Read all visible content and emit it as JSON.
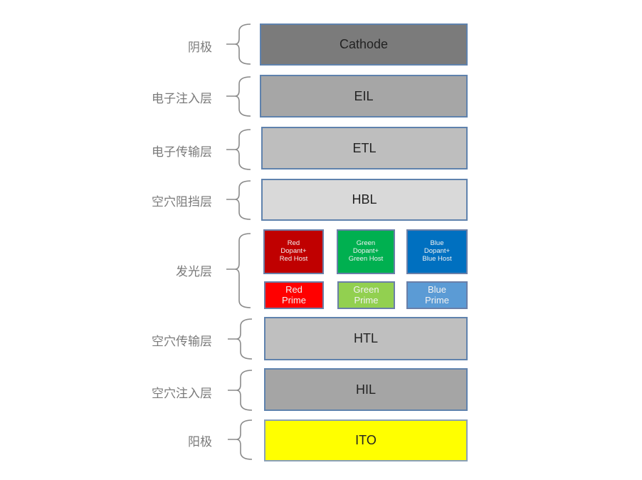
{
  "layers": [
    {
      "label_cn": "阴极",
      "text": "Cathode",
      "color": "#7b7b7b"
    },
    {
      "label_cn": "电子注入层",
      "text": "EIL",
      "color": "#a6a6a6"
    },
    {
      "label_cn": "电子传输层",
      "text": "ETL",
      "color": "#bebebe"
    },
    {
      "label_cn": "空穴阻挡层",
      "text": "HBL",
      "color": "#d9d9d9"
    },
    {
      "label_cn": "发光层",
      "text": "",
      "color": ""
    },
    {
      "label_cn": "空穴传输层",
      "text": "HTL",
      "color": "#bfbfbf"
    },
    {
      "label_cn": "空穴注入层",
      "text": "HIL",
      "color": "#a5a5a5"
    },
    {
      "label_cn": "阳极",
      "text": "ITO",
      "color": "#ffff00"
    }
  ],
  "emission": {
    "dopant_host": [
      {
        "text": "Red Dopant+ Red Host",
        "color": "#c00000"
      },
      {
        "text": "Green Dopant+ Green Host",
        "color": "#00b050"
      },
      {
        "text": "Blue Dopant+ Blue Host",
        "color": "#0070c0"
      }
    ],
    "prime": [
      {
        "text": "Red Prime",
        "color": "#ff0000"
      },
      {
        "text": "Green Prime",
        "color": "#92d050"
      },
      {
        "text": "Blue Prime",
        "color": "#5b9bd5"
      }
    ]
  }
}
